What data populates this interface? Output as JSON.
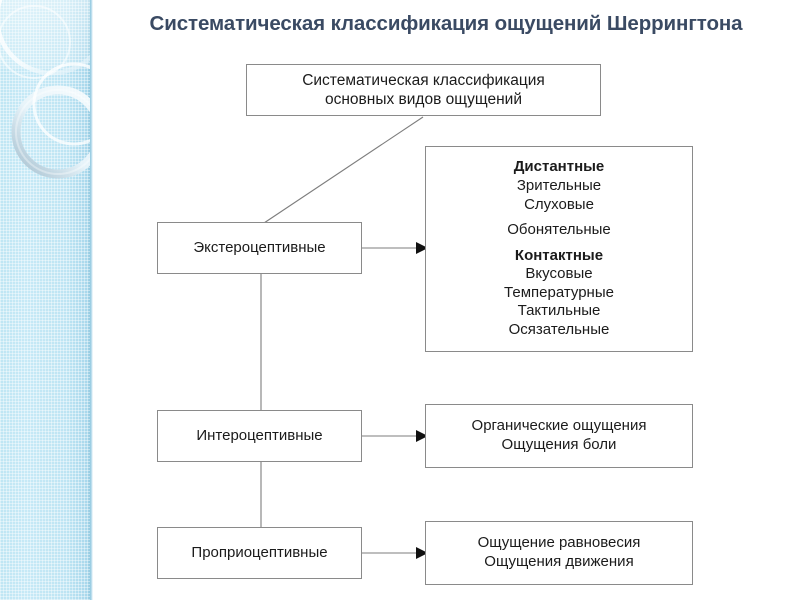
{
  "page": {
    "title": "Систематическая классификация ощущений Шеррингтона",
    "title_color": "#3a4a63",
    "background_color": "#ffffff"
  },
  "sidebar": {
    "name": "decorative-side-panel",
    "background_color": "#bfe6f4",
    "accent_color": "#8ec7de",
    "ring_color": "#ffffff"
  },
  "diagram": {
    "type": "tree",
    "box_border_color": "#8a8a8a",
    "box_fill_color": "#ffffff",
    "connector_color": "#6f6f6f",
    "root": {
      "id": "root",
      "lines": [
        "Систематическая классификация",
        "основных видов ощущений"
      ]
    },
    "branches": [
      {
        "id": "exteroceptive",
        "label": "Экстероцептивные",
        "detail": {
          "id": "exteroceptive-detail",
          "groups": [
            {
              "heading": "Дистантные",
              "items": [
                "Зрительные",
                "Слуховые"
              ],
              "extra_items": [
                "Обонятельные"
              ]
            },
            {
              "heading": "Контактные",
              "items": [
                "Вкусовые",
                "Температурные",
                "Тактильные",
                "Осязательные"
              ],
              "extra_items": []
            }
          ]
        }
      },
      {
        "id": "interoceptive",
        "label": "Интероцептивные",
        "detail": {
          "id": "interoceptive-detail",
          "lines": [
            "Органические ощущения",
            "Ощущения боли"
          ]
        }
      },
      {
        "id": "proprioceptive",
        "label": "Проприоцептивные",
        "detail": {
          "id": "proprioceptive-detail",
          "lines": [
            "Ощущение равновесия",
            "Ощущения движения"
          ]
        }
      }
    ]
  }
}
